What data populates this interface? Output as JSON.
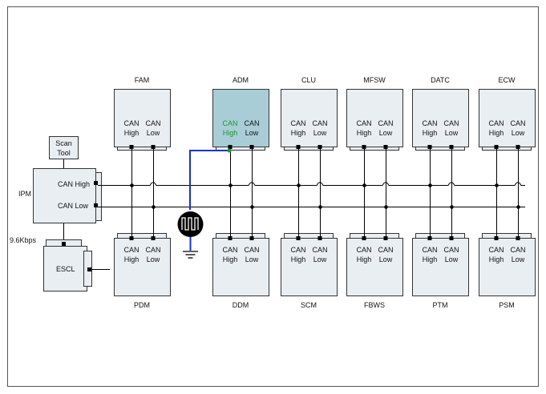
{
  "colors": {
    "box_fill": "#e9eef2",
    "box_highlight": "#a9cdd6",
    "highlight_text": "#1a9a2a",
    "probe_wire": "#1533cc",
    "bus_line": "#000000"
  },
  "scan_tool": {
    "line1": "Scan",
    "line2": "Tool"
  },
  "ipm": {
    "label": "IPM",
    "can_high": "CAN High",
    "can_low": "CAN Low"
  },
  "lin_speed": "9.6Kbps",
  "escl": {
    "label": "ESCL"
  },
  "pin": {
    "can": "CAN",
    "high": "High",
    "low": "Low"
  },
  "top_modules": [
    {
      "name": "FAM"
    },
    {
      "name": "ADM",
      "highlighted": true
    },
    {
      "name": "CLU"
    },
    {
      "name": "MFSW"
    },
    {
      "name": "DATC"
    },
    {
      "name": "ECW"
    }
  ],
  "bottom_modules": [
    {
      "name": "PDM"
    },
    {
      "name": "DDM"
    },
    {
      "name": "SCM"
    },
    {
      "name": "FBWS"
    },
    {
      "name": "PTM"
    },
    {
      "name": "PSM"
    }
  ],
  "oscilloscope": {
    "icon": "square-wave-icon"
  },
  "ground": {
    "icon": "ground-icon"
  }
}
